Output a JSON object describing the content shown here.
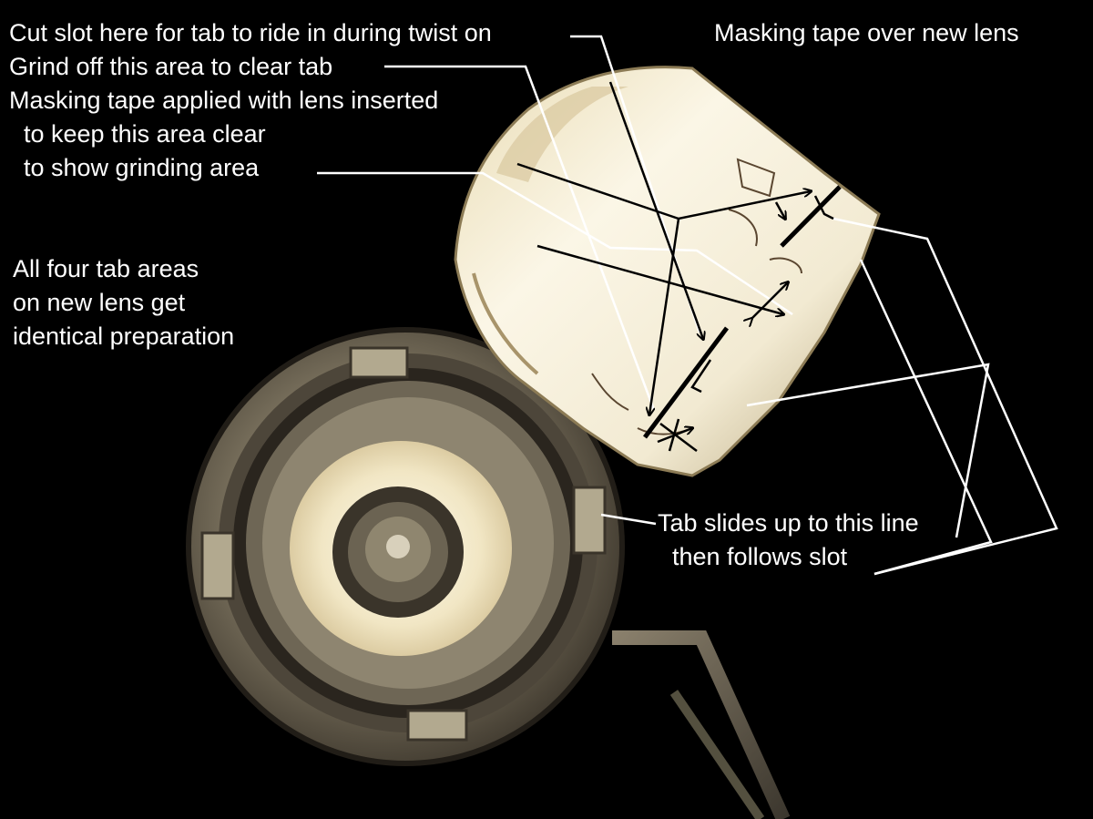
{
  "image": {
    "subject": "lens mount disc with tabs and a masked replacement lens",
    "background_color": "#000000",
    "annotation_color": "#ffffff"
  },
  "annotations": {
    "cut_slot": "Cut slot here for tab to ride in during twist on",
    "grind_off": "Grind off this area to clear tab",
    "masking_lines": [
      "Masking tape applied with lens inserted",
      "to keep this area clear",
      "to show grinding area"
    ],
    "masking_over_lens": "Masking tape over new lens",
    "four_tabs": [
      "All four tab areas",
      "on new lens get",
      "identical preparation"
    ],
    "tab_slides": [
      "Tab slides up to this line",
      "then follows slot"
    ]
  },
  "icons": {
    "arrow": "arrow-icon",
    "double_arrow": "double-arrow-icon"
  }
}
